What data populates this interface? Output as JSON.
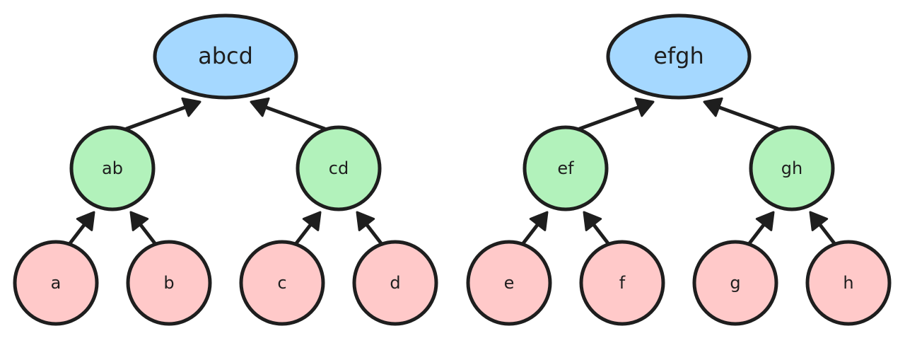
{
  "colors": {
    "root": "#a5d8ff",
    "middle": "#b2f2bb",
    "leaf": "#ffc9c9",
    "stroke": "#1e1e1e"
  },
  "trees": [
    {
      "root": {
        "label": "abcd",
        "role": "root"
      },
      "children": [
        {
          "label": "ab",
          "role": "middle",
          "leaves": [
            {
              "label": "a",
              "role": "leaf"
            },
            {
              "label": "b",
              "role": "leaf"
            }
          ]
        },
        {
          "label": "cd",
          "role": "middle",
          "leaves": [
            {
              "label": "c",
              "role": "leaf"
            },
            {
              "label": "d",
              "role": "leaf"
            }
          ]
        }
      ]
    },
    {
      "root": {
        "label": "efgh",
        "role": "root"
      },
      "children": [
        {
          "label": "ef",
          "role": "middle",
          "leaves": [
            {
              "label": "e",
              "role": "leaf"
            },
            {
              "label": "f",
              "role": "leaf"
            }
          ]
        },
        {
          "label": "gh",
          "role": "middle",
          "leaves": [
            {
              "label": "g",
              "role": "leaf"
            },
            {
              "label": "h",
              "role": "leaf"
            }
          ]
        }
      ]
    }
  ]
}
